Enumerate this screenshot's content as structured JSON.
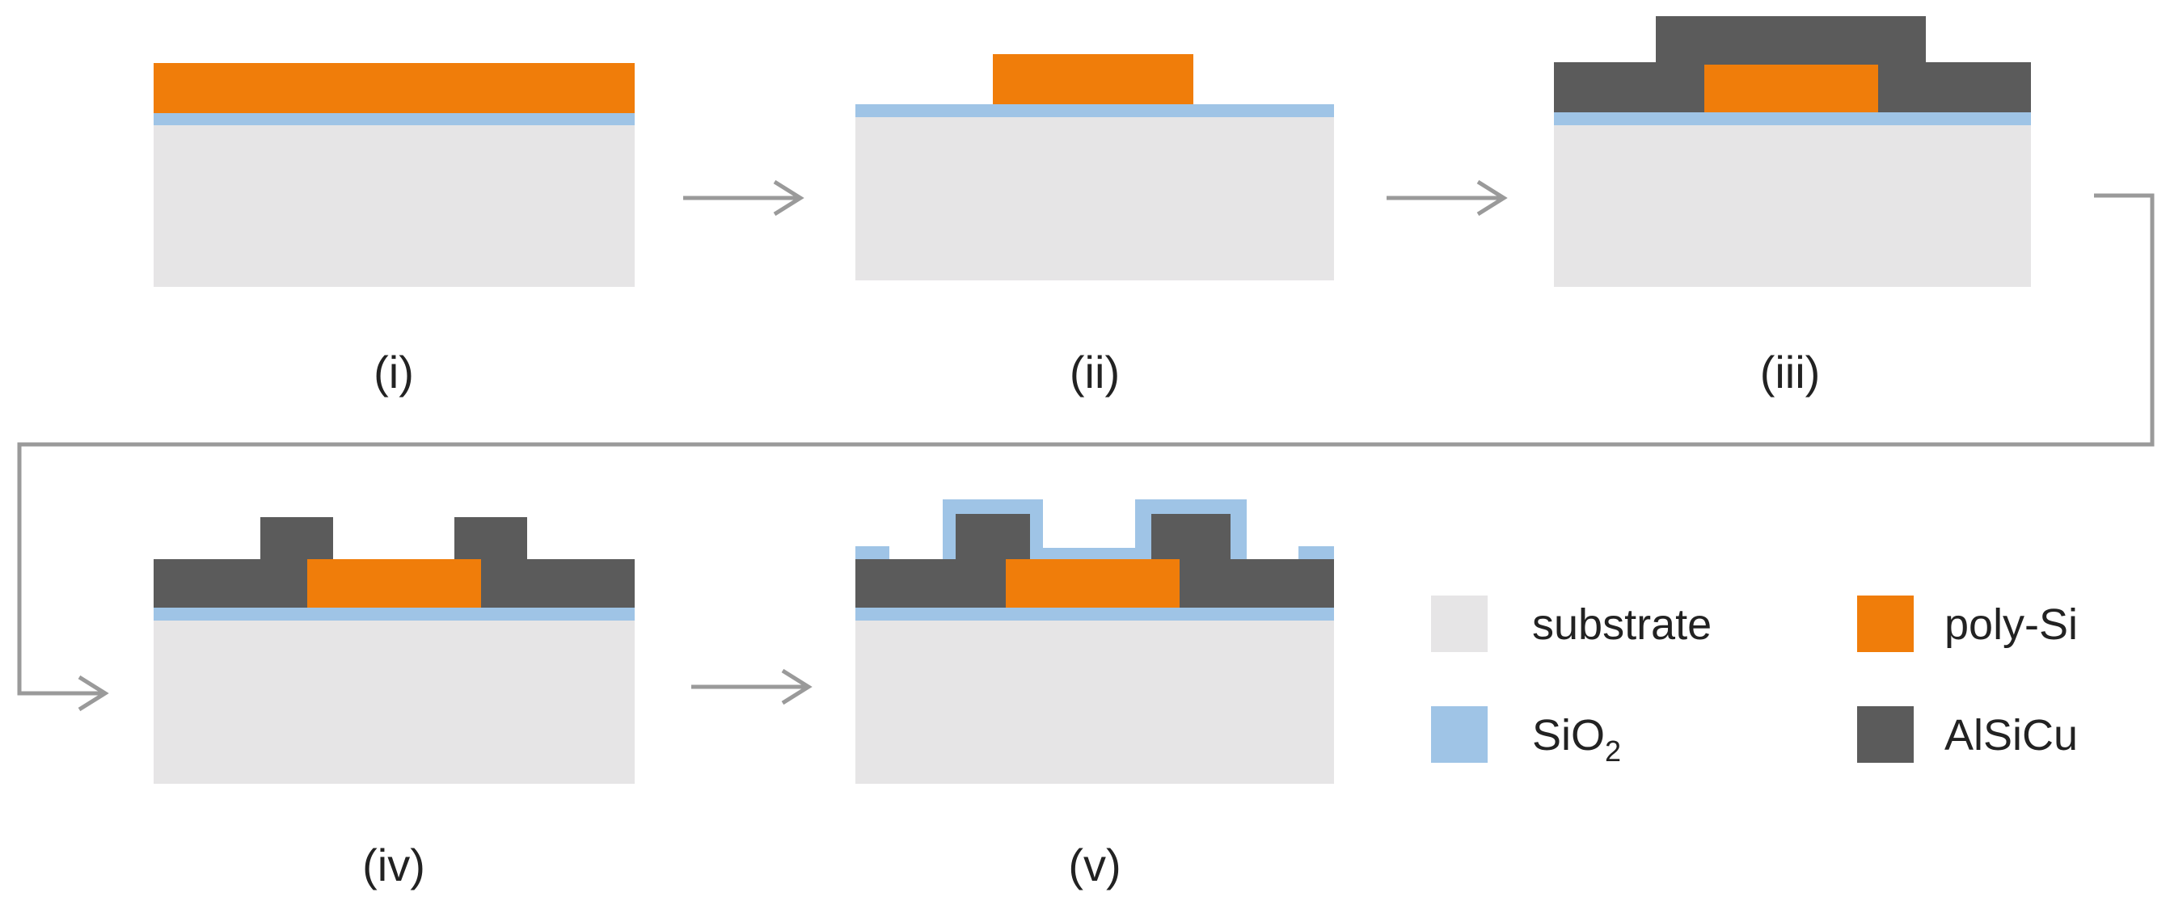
{
  "colors": {
    "substrate": "#e6e5e6",
    "sio2": "#9fc4e6",
    "poly_si": "#f07d0a",
    "alsicu": "#5b5b5b",
    "arrow": "#9a9a9a",
    "text": "#222222"
  },
  "steps": [
    {
      "id": "i",
      "label": "(i)"
    },
    {
      "id": "ii",
      "label": "(ii)"
    },
    {
      "id": "iii",
      "label": "(iii)"
    },
    {
      "id": "iv",
      "label": "(iv)"
    },
    {
      "id": "v",
      "label": "(v)"
    }
  ],
  "legend": {
    "substrate": "substrate",
    "poly_si": "poly-Si",
    "sio2_base": "SiO",
    "sio2_sub": "2",
    "alsicu": "AlSiCu"
  }
}
